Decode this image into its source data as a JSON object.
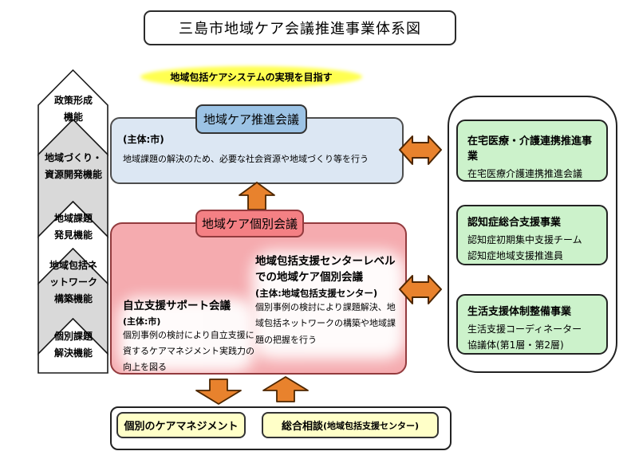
{
  "title": "三島市地域ケア会議推進事業体系図",
  "goal": "地域包括ケアシステムの実現を目指す",
  "ladder": {
    "items": [
      {
        "label": "政策形成\n機能"
      },
      {
        "label": "地域づくり・\n資源開発機能"
      },
      {
        "label": "地域課題\n発見機能"
      },
      {
        "label": "地域包括ネ\nットワーク\n構築機能"
      },
      {
        "label": "個別課題\n解決機能"
      }
    ]
  },
  "promotion_council": {
    "header": "地域ケア推進会議",
    "subject": "(主体:市)",
    "description": "地域課題の解決のため、必要な社会資源や地域づくり等を行う"
  },
  "individual_council": {
    "header": "地域ケア個別会議",
    "support_meeting": {
      "title": "自立支援サポート会議",
      "subject": "(主体:市)",
      "description": "個別事例の検討により自立支援に資するケアマネジメント実践力の向上を図る"
    },
    "center_meeting": {
      "title": "地域包括支援センターレベルでの地域ケア個別会議",
      "subject": "(主体:地域包括支援センター)",
      "description": "個別事例の検討により課題解決、地域包括ネットワークの構築や地域課題の把握を行う"
    }
  },
  "right_panel": {
    "boxes": [
      {
        "title": "在宅医療・介護連携推進事業",
        "lines": "在宅医療介護連携推進会議"
      },
      {
        "title": "認知症総合支援事業",
        "lines": "認知症初期集中支援チーム\n認知症地域支援推進員"
      },
      {
        "title": "生活支援体制整備事業",
        "lines": "生活支援コーディネーター\n協議体(第1層・第2層)"
      }
    ]
  },
  "bottom_panel": {
    "care_management": "個別のケアマネジメント",
    "consultation": "総合相談",
    "consultation_org": "(地域包括支援センター)"
  },
  "colors": {
    "arrow_orange": "#e8822d",
    "header_blue": "#9cc3e5",
    "panel_blue": "#dce7f3",
    "header_red": "#f48084",
    "panel_pink": "#f5abaf",
    "box_green": "#ccf2cb",
    "box_yellow": "#ffffc8",
    "banner_yellow": "#ffff50",
    "chevron_gray": "#d9d9d9"
  }
}
